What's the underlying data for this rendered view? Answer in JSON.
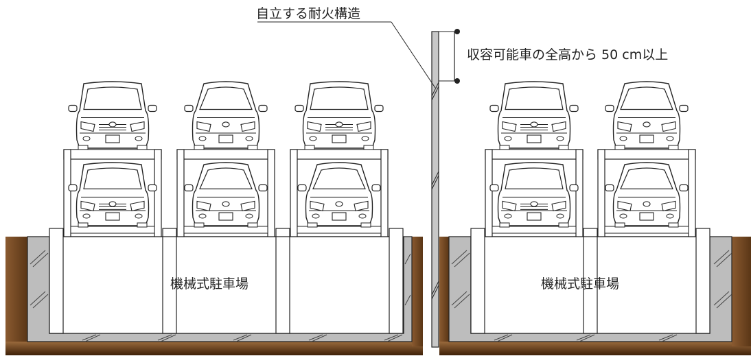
{
  "labels": {
    "wall": "自立する耐火構造",
    "clearance": "収容可能車の全高から 50 cm以上",
    "parking_left": "機械式駐車場",
    "parking_right": "機械式駐車場"
  },
  "colors": {
    "soil": "#8a5a30",
    "soil_dark": "#4a2a10",
    "pit": "#b8b8b8",
    "wall": "#c8c8c8",
    "line": "#222222"
  },
  "parking_units": [
    {
      "group": "left",
      "upper_car": "minivan",
      "lower_car": "minivan"
    },
    {
      "group": "left",
      "upper_car": "compact",
      "lower_car": "compact"
    },
    {
      "group": "left",
      "upper_car": "minivan",
      "lower_car": "compact"
    },
    {
      "group": "right",
      "upper_car": "minivan",
      "lower_car": "minivan"
    },
    {
      "group": "right",
      "upper_car": "compact",
      "lower_car": "compact"
    }
  ]
}
